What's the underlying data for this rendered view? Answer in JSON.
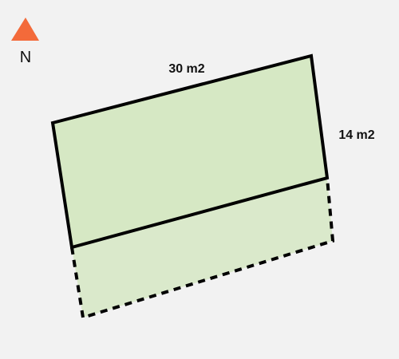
{
  "compass": {
    "label": "N",
    "icon": "north-arrow-icon",
    "color": "#f36a3a"
  },
  "plot": {
    "fill_color": "#d6e8c4",
    "extension_fill_color": "#dae9cb",
    "stroke_color": "#000000",
    "dimensions": {
      "length_label": "30 m2",
      "width_label": "14 m2"
    }
  }
}
